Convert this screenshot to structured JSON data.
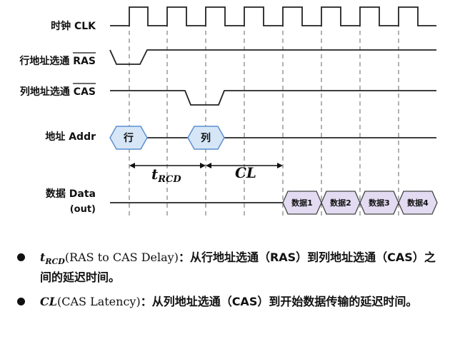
{
  "signals": {
    "clk": "时钟 CLK",
    "ras_prefix": "行地址选通 ",
    "ras_name": "RAS",
    "cas_prefix": "列地址选通 ",
    "cas_name": "CAS",
    "addr": "地址 Addr",
    "data_line1": "数据 Data",
    "data_line2": "(out)"
  },
  "address_labels": {
    "row": "行",
    "col": "列"
  },
  "data_words": [
    "数据1",
    "数据2",
    "数据3",
    "数据4"
  ],
  "intervals": {
    "trcd_main": "t",
    "trcd_sub": "RCD",
    "cl": "CL"
  },
  "notes": [
    {
      "term": "t",
      "term_sub": "RCD",
      "paren": "(RAS to CAS Delay)",
      "text": "：从行地址选通（RAS）到列地址选通（CAS）之间的延迟时间。"
    },
    {
      "term": "CL",
      "term_sub": "",
      "paren": "(CAS Latency)",
      "text": "：从列地址选通（CAS）到开始数据传输的延迟时间。"
    }
  ],
  "colors": {
    "wave": "#222222",
    "address_fill": "#d6e6f7",
    "address_stroke": "#5b8fd0",
    "data_fill": "#e2dbf1"
  }
}
